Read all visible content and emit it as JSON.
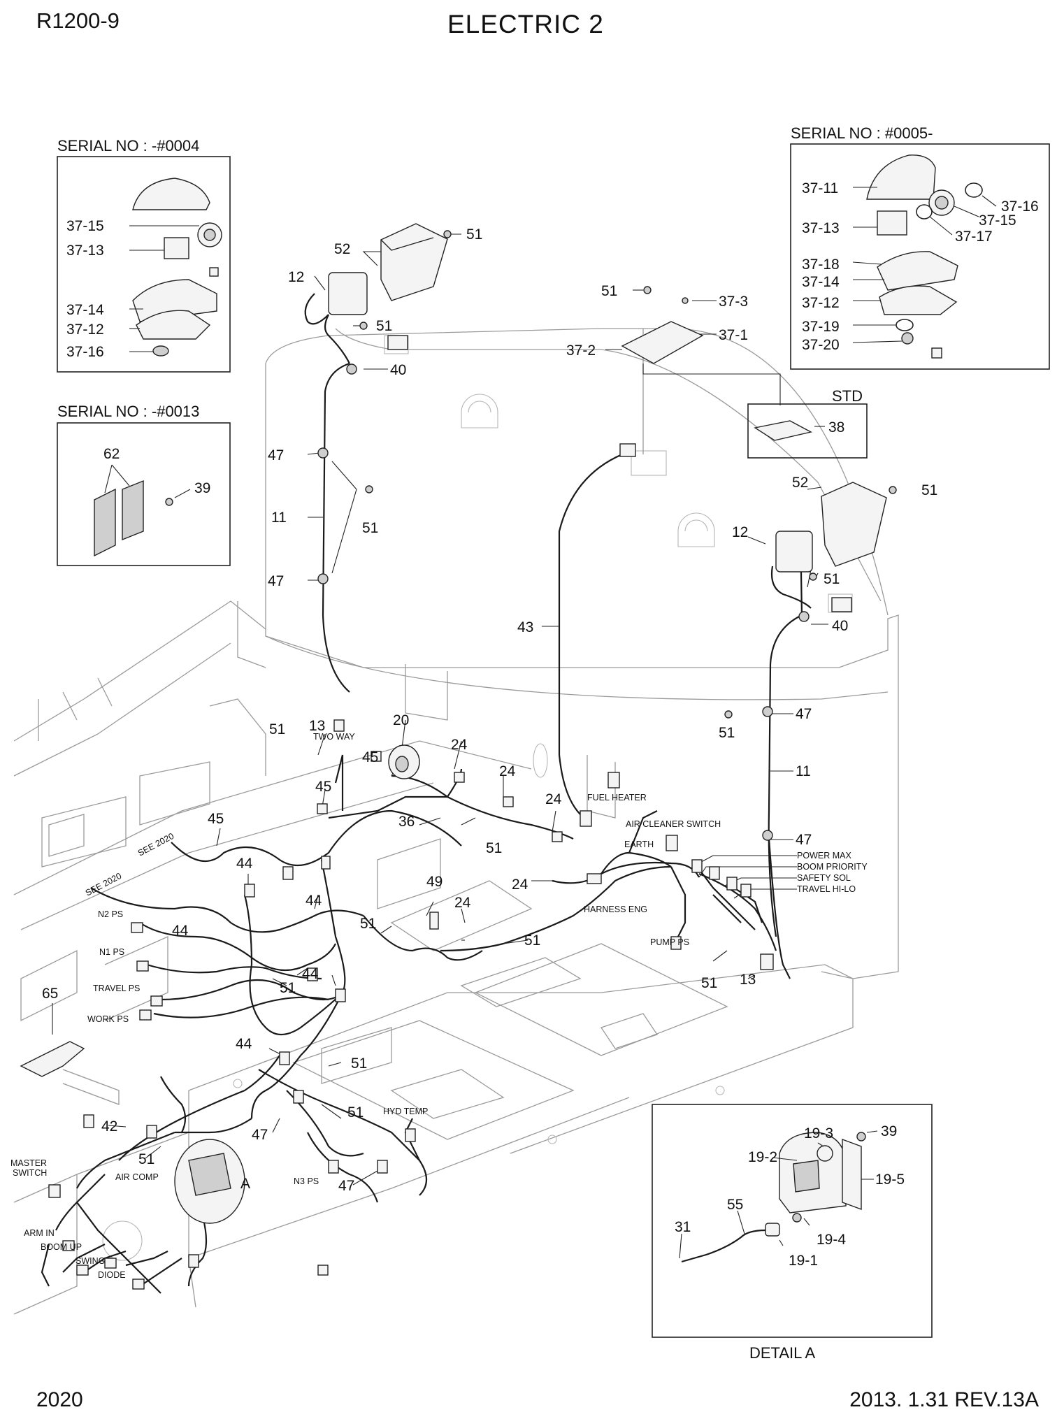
{
  "header": {
    "model": "R1200-9",
    "title": "ELECTRIC 2"
  },
  "footer": {
    "page_number": "2020",
    "revision": "2013. 1.31  REV.13A"
  },
  "insets": {
    "serial_0004": {
      "title": "SERIAL NO : -#0004",
      "labels": [
        "37-15",
        "37-13",
        "37-14",
        "37-12",
        "37-16"
      ]
    },
    "serial_0013": {
      "title": "SERIAL NO : -#0013",
      "labels": [
        "62",
        "39"
      ]
    },
    "serial_0005": {
      "title": "SERIAL NO : #0005-",
      "labels": [
        "37-11",
        "37-16",
        "37-15",
        "37-13",
        "37-17",
        "37-18",
        "37-14",
        "37-12",
        "37-19",
        "37-20"
      ]
    },
    "std": {
      "title": "STD",
      "labels": [
        "38"
      ]
    },
    "detail_a": {
      "title": "DETAIL A",
      "labels": [
        "19-3",
        "39",
        "19-2",
        "19-5",
        "55",
        "31",
        "19-4",
        "19-1"
      ]
    }
  },
  "callouts": {
    "c52a": "52",
    "c51a": "51",
    "c12a": "12",
    "c51b": "51",
    "c40a": "40",
    "c47a": "47",
    "c51c": "51",
    "c11a": "11",
    "c47b": "47",
    "c51d": "51",
    "c37_3": "37-3",
    "c37_1": "37-1",
    "c37_2": "37-2",
    "c52b": "52",
    "c51e": "51",
    "c12b": "12",
    "c51f": "51",
    "c40b": "40",
    "c43": "43",
    "c47c": "47",
    "c51g": "51",
    "c11b": "11",
    "c47d": "47",
    "c51h": "51",
    "c13a": "13",
    "c20": "20",
    "c24a": "24",
    "c45a": "45",
    "c24b": "24",
    "c45b": "45",
    "c24c": "24",
    "c36": "36",
    "c51i": "51",
    "c45c": "45",
    "c44a": "44",
    "c24d": "24",
    "c49": "49",
    "c44b": "44",
    "c24e": "24",
    "c51j": "51",
    "c44c": "44",
    "c51k": "51",
    "c44d": "44",
    "c51l": "51",
    "c51m": "51",
    "c13b": "13",
    "c65": "65",
    "c44e": "44",
    "c51n": "51",
    "c42": "42",
    "c51o": "51",
    "c51p": "51",
    "c47e": "47",
    "c47f": "47",
    "cA": "A"
  },
  "connector_labels": {
    "two_way": "TWO WAY",
    "fuel_heater": "FUEL HEATER",
    "air_cleaner_switch": "AIR CLEANER SWITCH",
    "earth": "EARTH",
    "power_max": "POWER MAX",
    "boom_priority": "BOOM PRIORITY",
    "safety_sol": "SAFETY SOL",
    "travel_hi_lo": "TRAVEL HI-LO",
    "harness_eng": "HARNESS ENG",
    "pump_ps": "PUMP PS",
    "see_2020_a": "SEE 2020",
    "see_2020_b": "SEE 2020",
    "n2_ps": "N2 PS",
    "n1_ps": "N1 PS",
    "travel_ps": "TRAVEL PS",
    "work_ps": "WORK PS",
    "hyd_temp": "HYD TEMP",
    "master_switch_1": "MASTER",
    "master_switch_2": "SWITCH",
    "air_comp": "AIR COMP",
    "arm_in": "ARM IN",
    "boom_up": "BOOM UP",
    "swing": "SWING",
    "n3_ps": "N3 PS",
    "diode": "DIODE"
  }
}
